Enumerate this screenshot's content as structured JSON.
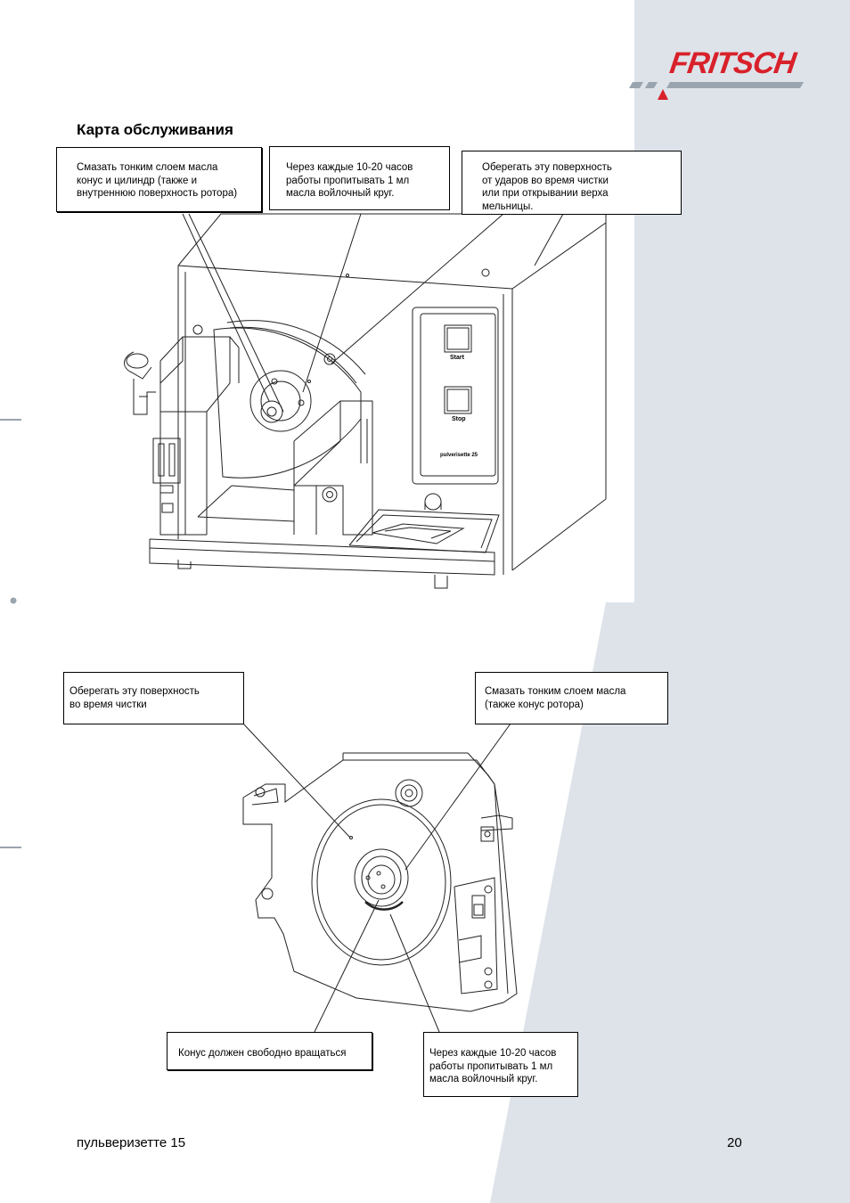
{
  "brand": {
    "logo_text": "FRITSCH"
  },
  "page_title": "Карта обслуживания",
  "top_callouts": [
    {
      "text": "Смазать тонким слоем масла\nконус и  цилиндр (также и\nвнутреннюю поверхность ротора)"
    },
    {
      "text": "Через каждые 10-20 часов\nработы пропитывать 1 мл\nмасла войлочный круг."
    },
    {
      "text": "Оберегать эту поверхность\nот ударов во время чистки\nили при открывании верха\nмельницы."
    }
  ],
  "bottom_callouts": [
    {
      "text": "Оберегать эту поверхность\nво время чистки"
    },
    {
      "text": "Смазать тонким слоем  масла\n(также конус ротора)"
    },
    {
      "text": "Конус должен свободно вращаться"
    },
    {
      "text": "Через  каждые  10-20 часов\nработы  пропитывать  1  мл\nмасла войлочный круг."
    }
  ],
  "machine_panel": {
    "start_label": "Start",
    "stop_label": "Stop",
    "model_label": "pulverisette 25"
  },
  "footer": {
    "product": "пульверизетте 15",
    "page_number": "20"
  },
  "colors": {
    "accent": "#d8212b",
    "background_band": "#dde3e9"
  }
}
